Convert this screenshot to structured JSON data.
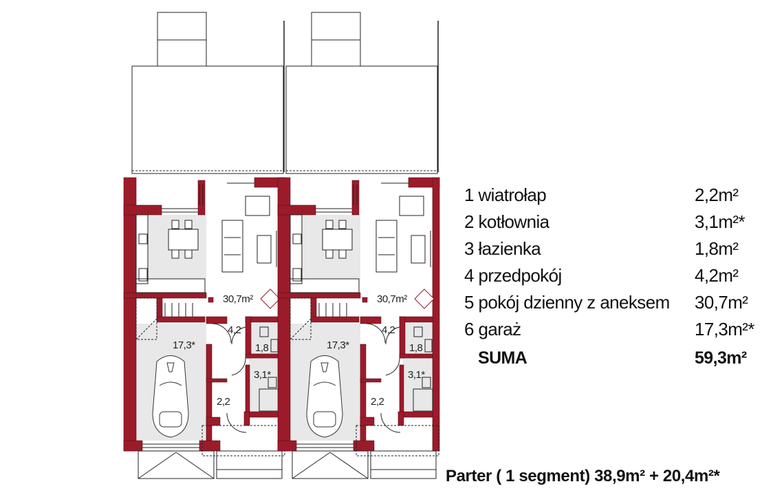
{
  "colors": {
    "wall": "#9b1b2a",
    "floor_grey": "#e8e8e8"
  },
  "room_labels": {
    "living": "30,7m²",
    "hall": "4,2",
    "garage": "17,3*",
    "bath": "1,8",
    "boiler": "3,1*",
    "vestibule": "2,2"
  },
  "legend": [
    {
      "name": "1 wiatrołap",
      "area": "2,2m²"
    },
    {
      "name": "2 kotłownia",
      "area": "3,1m²*"
    },
    {
      "name": "3 łazienka",
      "area": "1,8m²"
    },
    {
      "name": "4 przedpokój",
      "area": "4,2m²"
    },
    {
      "name": "5 pokój dzienny z aneksem",
      "area": "30,7m²"
    },
    {
      "name": "6 garaż",
      "area": "17,3m²*"
    }
  ],
  "total": {
    "name": "SUMA",
    "area": "59,3m²"
  },
  "footer": "Parter ( 1 segment)  38,9m² + 20,4m²*"
}
